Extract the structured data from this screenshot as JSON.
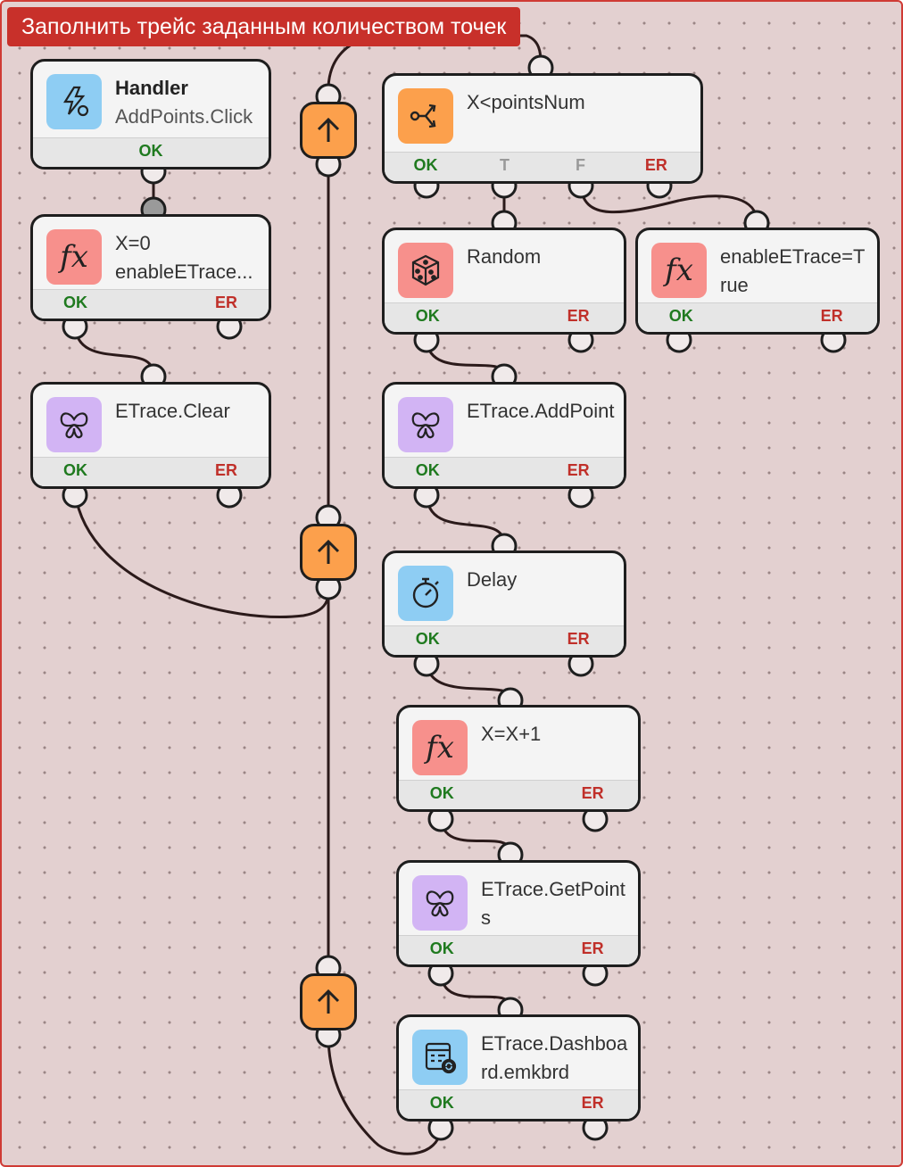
{
  "title": "Заполнить трейс заданным количеством точек",
  "nodes": {
    "handler": {
      "title": "Handler",
      "subtitle": "AddPoints.Click",
      "ok": "OK",
      "icon": "handler-icon",
      "color": "#8ecdf3"
    },
    "x0": {
      "label": "X=0 enableETrace...",
      "ok": "OK",
      "er": "ER",
      "icon": "function-icon",
      "color": "#f7908c"
    },
    "clear": {
      "label": "ETrace.Clear",
      "ok": "OK",
      "er": "ER",
      "icon": "butterfly-icon",
      "color": "#d2b4f4"
    },
    "cond": {
      "label": "X<pointsNum",
      "ok": "OK",
      "t": "T",
      "f": "F",
      "er": "ER",
      "icon": "branch-icon",
      "color": "#fca04c"
    },
    "random": {
      "label": "Random",
      "ok": "OK",
      "er": "ER",
      "icon": "dice-icon",
      "color": "#f7908c"
    },
    "enable": {
      "label": "enableETrace=True",
      "ok": "OK",
      "er": "ER",
      "icon": "function-icon",
      "color": "#f7908c"
    },
    "addpoint": {
      "label": "ETrace.AddPoint",
      "ok": "OK",
      "er": "ER",
      "icon": "butterfly-icon",
      "color": "#d2b4f4"
    },
    "delay": {
      "label": "Delay",
      "ok": "OK",
      "er": "ER",
      "icon": "stopwatch-icon",
      "color": "#8ecdf3"
    },
    "inc": {
      "label": "X=X+1",
      "ok": "OK",
      "er": "ER",
      "icon": "function-icon",
      "color": "#f7908c"
    },
    "getpoints": {
      "label": "ETrace.GetPoints",
      "ok": "OK",
      "er": "ER",
      "icon": "butterfly-icon",
      "color": "#d2b4f4"
    },
    "dashboard": {
      "label": "ETrace.Dashboard.emkbrd",
      "ok": "OK",
      "er": "ER",
      "icon": "dashboard-icon",
      "color": "#8ecdf3"
    }
  },
  "fx_glyph": "fx",
  "colors": {
    "frame": "#cf3b35",
    "title_bg": "#c8302a",
    "wire": "#2b1a1a",
    "ok": "#1f7a1f",
    "er": "#c0302a"
  }
}
